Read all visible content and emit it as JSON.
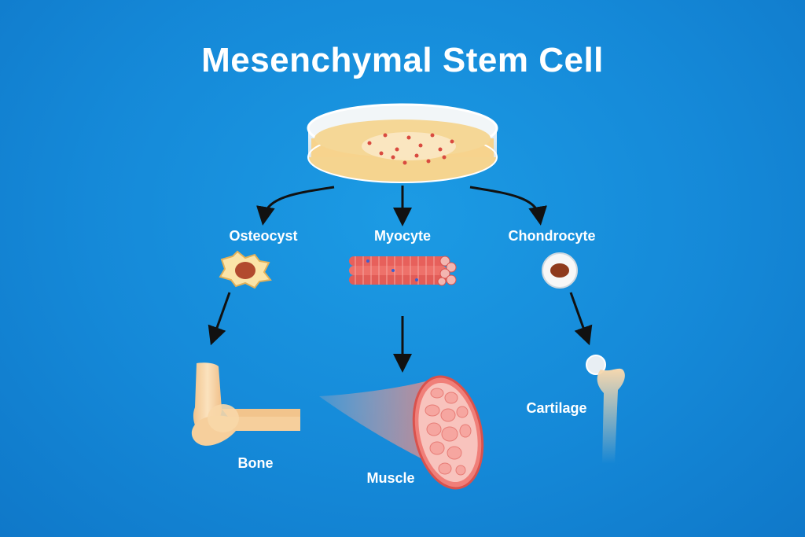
{
  "title": "Mesenchymal Stem Cell",
  "source": {
    "name": "petri-dish"
  },
  "cells": [
    {
      "name": "Osteocyst",
      "icon": "osteocyte-cell-icon"
    },
    {
      "name": "Myocyte",
      "icon": "muscle-fiber-bundle-icon"
    },
    {
      "name": "Chondrocyte",
      "icon": "chondrocyte-cell-icon"
    }
  ],
  "tissues": [
    {
      "name": "Bone",
      "icon": "elbow-bone-icon"
    },
    {
      "name": "Muscle",
      "icon": "muscle-cross-section-icon"
    },
    {
      "name": "Cartilage",
      "icon": "femur-cartilage-icon"
    }
  ],
  "colors": {
    "background": "#1589d8",
    "text": "#ffffff",
    "arrow": "#111111",
    "muscle": "#ef8a86",
    "bone": "#f7d5a8"
  }
}
